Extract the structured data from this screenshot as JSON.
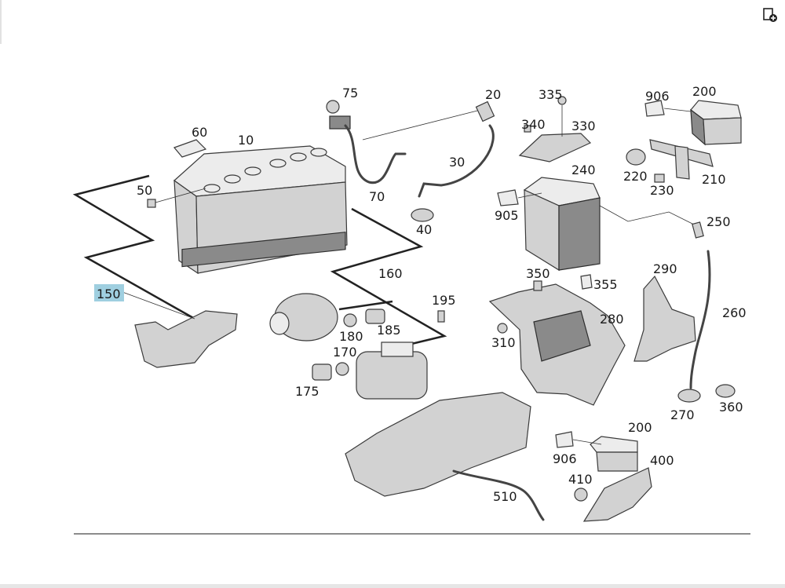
{
  "labels": {
    "p10": "10",
    "p20": "20",
    "p30": "30",
    "p40": "40",
    "p50": "50",
    "p60": "60",
    "p70": "70",
    "p75": "75",
    "p150": "150",
    "p160": "160",
    "p170": "170",
    "p175": "175",
    "p180": "180",
    "p185": "185",
    "p195": "195",
    "p200a": "200",
    "p200b": "200",
    "p210": "210",
    "p220": "220",
    "p230": "230",
    "p240": "240",
    "p250": "250",
    "p260": "260",
    "p270": "270",
    "p280": "280",
    "p290": "290",
    "p310": "310",
    "p330": "330",
    "p335": "335",
    "p340": "340",
    "p350": "350",
    "p355": "355",
    "p360": "360",
    "p400": "400",
    "p410": "410",
    "p510": "510",
    "p905": "905",
    "p906a": "906",
    "p906b": "906"
  },
  "highlight": {
    "label": "p150",
    "color": "#9fcfe0"
  },
  "corner_button": {
    "icon": "add-to-list-icon"
  }
}
